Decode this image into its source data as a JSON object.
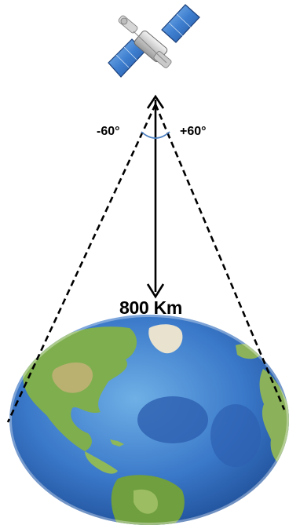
{
  "diagram": {
    "angle_left": "-60°",
    "angle_right": "+60°",
    "altitude_label": "800 Km"
  },
  "colors": {
    "line": "#000000",
    "angle_arc": "#4a7fc1",
    "panel": "#3f7fd0",
    "ocean": "#3a78c9",
    "land": "#7fae4e"
  },
  "icons": {
    "satellite": "satellite-icon",
    "earth": "earth-globe-icon"
  }
}
